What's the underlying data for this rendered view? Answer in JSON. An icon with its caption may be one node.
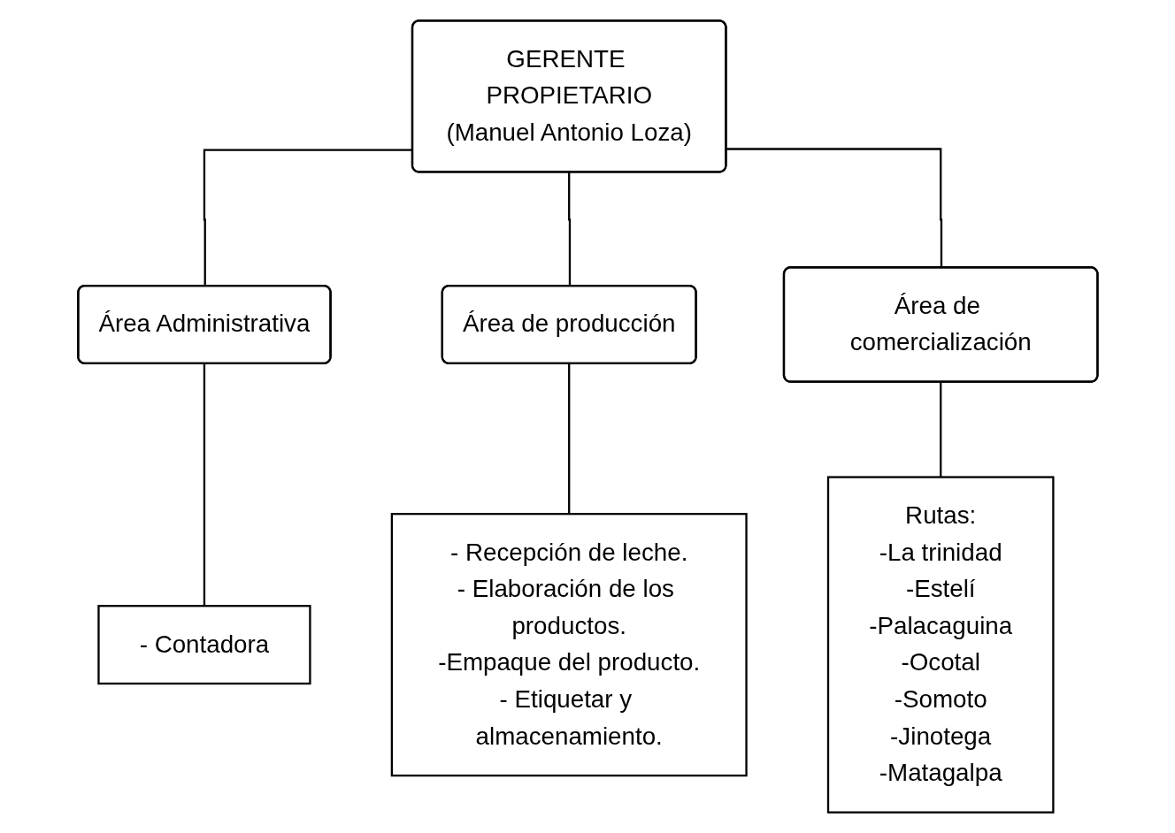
{
  "diagram": {
    "nodes": [
      {
        "text": [
          "GERENTE PROPIETARIO",
          "(Manuel Antonio Loza)"
        ]
      },
      {
        "text": [
          "Área Administrativa"
        ]
      },
      {
        "text": [
          "Área de producción"
        ]
      },
      {
        "text": [
          "Área de comercialización"
        ]
      },
      {
        "text": [
          "- Contadora"
        ]
      },
      {
        "text": [
          "- Recepción de leche.",
          "- Elaboración de los productos.",
          "-Empaque del producto.",
          "- Etiquetar y almacenamiento."
        ]
      },
      {
        "text": [
          "Rutas:",
          "-La trinidad",
          "-Estelí",
          "-Palacaguina",
          "-Ocotal",
          "-Somoto",
          "-Jinotega",
          "-Matagalpa"
        ]
      }
    ],
    "edges": [
      {
        "from": 0,
        "to": 1,
        "arrow": "none"
      },
      {
        "from": 0,
        "to": 2,
        "arrow": "none"
      },
      {
        "from": 0,
        "to": 3,
        "arrow": "none"
      },
      {
        "from": 1,
        "to": 4,
        "arrow": "none"
      },
      {
        "from": 2,
        "to": 5,
        "arrow": "none"
      },
      {
        "from": 3,
        "to": 6,
        "arrow": "none"
      }
    ]
  }
}
